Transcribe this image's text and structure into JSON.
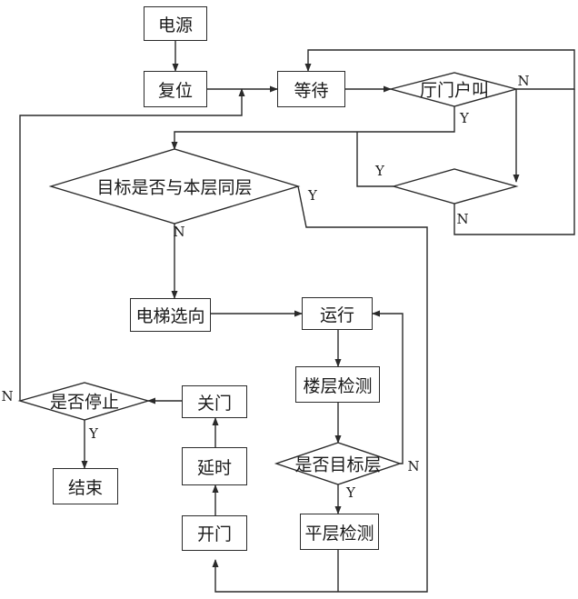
{
  "nodes": {
    "power": "电源",
    "reset": "复位",
    "wait": "等待",
    "hall_call": "厅门户叫",
    "same_floor": "目标是否与本层同层",
    "direction": "电梯选向",
    "run": "运行",
    "floor_detect": "楼层检测",
    "is_target_floor": "是否目标层",
    "level_detect": "平层检测",
    "open_door": "开门",
    "delay": "延时",
    "close_door": "关门",
    "stop_check": "是否停止",
    "end": "结束"
  },
  "edge_labels": {
    "hall_call_no": "N",
    "hall_call_yes": "Y",
    "blank_yes": "Y",
    "blank_no": "N",
    "same_floor_yes": "Y",
    "same_floor_no": "N",
    "stop_no": "N",
    "stop_yes": "Y",
    "target_no": "N",
    "target_yes": "Y"
  }
}
